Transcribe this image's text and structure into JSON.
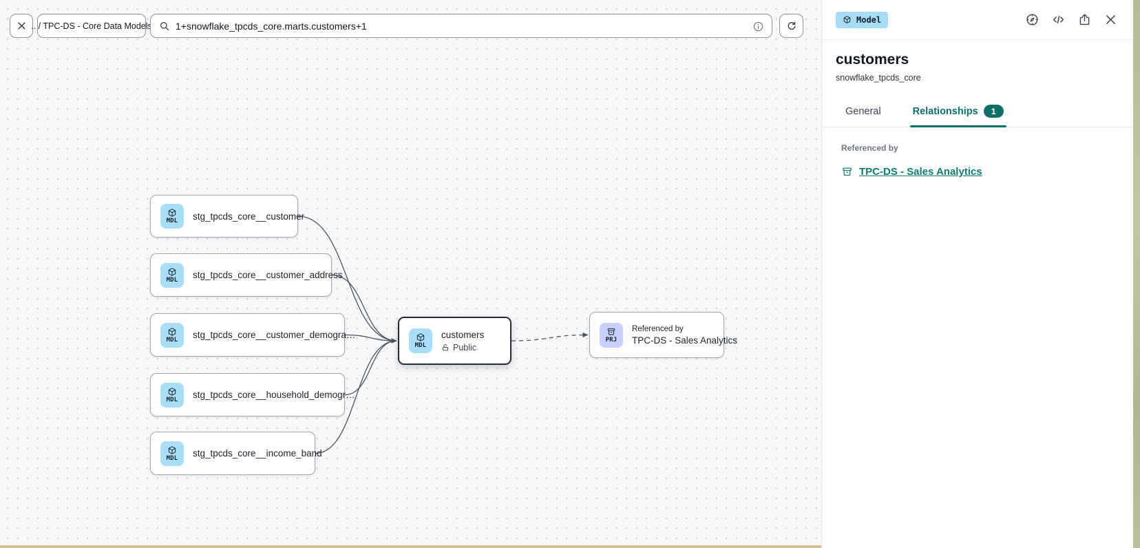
{
  "toolbar": {
    "breadcrumb": ".. / TPC-DS - Core Data Models",
    "search_value": "1+snowflake_tpcds_core.marts.customers+1"
  },
  "panel": {
    "type_badge": "Model",
    "title": "customers",
    "subtitle": "snowflake_tpcds_core",
    "tabs": [
      {
        "label": "General",
        "active": false
      },
      {
        "label": "Relationships",
        "active": true,
        "badge": "1"
      }
    ],
    "section_heading": "Referenced by",
    "reference_link": "TPC-DS - Sales Analytics"
  },
  "canvas": {
    "nodes": [
      {
        "id": "stg_customer",
        "badge": "MDL",
        "label": "stg_tpcds_core__customer"
      },
      {
        "id": "stg_customer_address",
        "badge": "MDL",
        "label": "stg_tpcds_core__customer_address"
      },
      {
        "id": "stg_customer_demographics",
        "badge": "MDL",
        "label": "stg_tpcds_core__customer_demogra…"
      },
      {
        "id": "stg_household_demographics",
        "badge": "MDL",
        "label": "stg_tpcds_core__household_demogr…"
      },
      {
        "id": "stg_income_band",
        "badge": "MDL",
        "label": "stg_tpcds_core__income_band"
      },
      {
        "id": "customers",
        "badge": "MDL",
        "label": "customers",
        "sublabel": "Public",
        "selected": true
      },
      {
        "id": "tpcds_sales_analytics",
        "badge": "PRJ",
        "overline": "Referenced by",
        "label": "TPC-DS - Sales Analytics"
      }
    ],
    "edges": [
      {
        "from": "stg_customer",
        "to": "customers",
        "style": "solid"
      },
      {
        "from": "stg_customer_address",
        "to": "customers",
        "style": "solid"
      },
      {
        "from": "stg_customer_demographics",
        "to": "customers",
        "style": "solid"
      },
      {
        "from": "stg_household_demographics",
        "to": "customers",
        "style": "solid"
      },
      {
        "from": "stg_income_band",
        "to": "customers",
        "style": "solid"
      },
      {
        "from": "customers",
        "to": "tpcds_sales_analytics",
        "style": "dashed"
      }
    ]
  },
  "colors": {
    "accent_teal": "#0e6f67",
    "link_teal": "#0f7b70",
    "badge_model_bg": "#a6dcf6",
    "badge_mdl_bg": "#a9def9",
    "badge_prj_bg": "#c6d1fb",
    "edge": "#4d545b",
    "node_border": "#a2a7ae",
    "selected_border": "#242b33",
    "canvas_bg": "#f7f8fa",
    "wallpaper_right": "#b6bd9e",
    "wallpaper_bottom": "#d9bd92"
  }
}
